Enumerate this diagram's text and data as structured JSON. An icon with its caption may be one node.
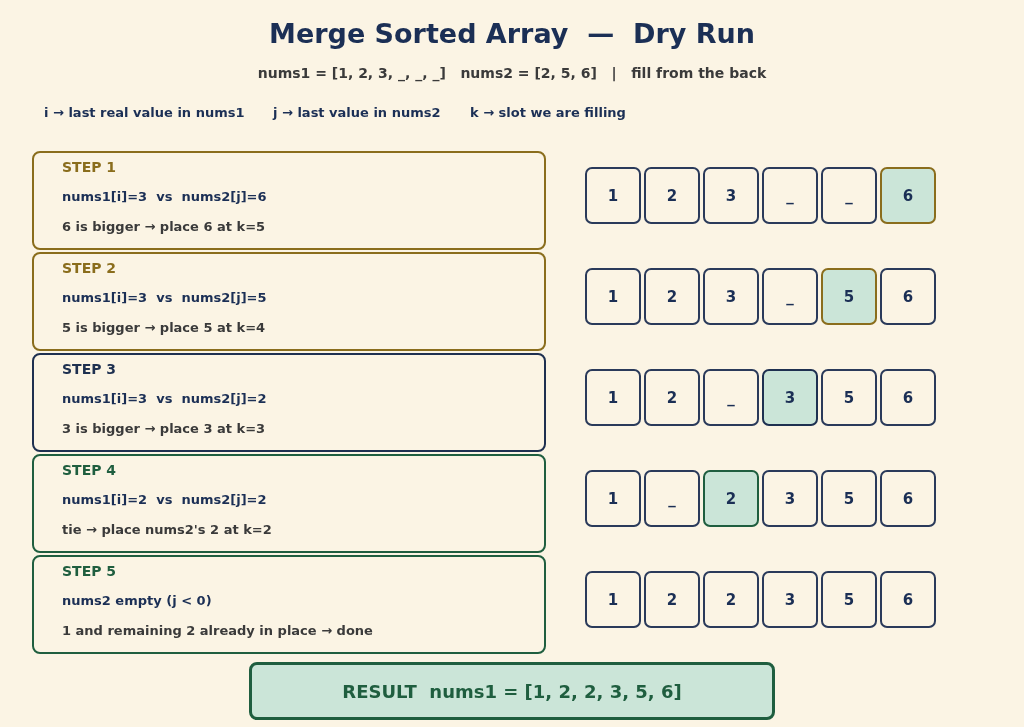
{
  "diagram": {
    "title": "Merge Sorted Array  —  Dry Run",
    "nodes": [
      {
        "text": [
          "STEP 1",
          "nums1[i]=3  vs  nums2[j]=6",
          "6 is bigger → place 6 at k=5"
        ]
      },
      {
        "text": [
          "1"
        ]
      },
      {
        "text": [
          "2"
        ]
      },
      {
        "text": [
          "3"
        ]
      },
      {
        "text": [
          "_"
        ]
      },
      {
        "text": [
          "_"
        ]
      },
      {
        "text": [
          "6"
        ]
      },
      {
        "text": [
          "STEP 2",
          "nums1[i]=3  vs  nums2[j]=5",
          "5 is bigger → place 5 at k=4"
        ]
      },
      {
        "text": [
          "1"
        ]
      },
      {
        "text": [
          "2"
        ]
      },
      {
        "text": [
          "3"
        ]
      },
      {
        "text": [
          "_"
        ]
      },
      {
        "text": [
          "5"
        ]
      },
      {
        "text": [
          "6"
        ]
      },
      {
        "text": [
          "STEP 3",
          "nums1[i]=3  vs  nums2[j]=2",
          "3 is bigger → place 3 at k=3"
        ]
      },
      {
        "text": [
          "1"
        ]
      },
      {
        "text": [
          "2"
        ]
      },
      {
        "text": [
          "_"
        ]
      },
      {
        "text": [
          "3"
        ]
      },
      {
        "text": [
          "5"
        ]
      },
      {
        "text": [
          "6"
        ]
      },
      {
        "text": [
          "STEP 4",
          "nums1[i]=2  vs  nums2[j]=2",
          "tie → place nums2's 2 at k=2"
        ]
      },
      {
        "text": [
          "1"
        ]
      },
      {
        "text": [
          "_"
        ]
      },
      {
        "text": [
          "2"
        ]
      },
      {
        "text": [
          "3"
        ]
      },
      {
        "text": [
          "5"
        ]
      },
      {
        "text": [
          "6"
        ]
      },
      {
        "text": [
          "STEP 5",
          "nums2 empty (j < 0)",
          "1 and remaining 2 already in place → done"
        ]
      },
      {
        "text": [
          "1"
        ]
      },
      {
        "text": [
          "2"
        ]
      },
      {
        "text": [
          "2"
        ]
      },
      {
        "text": [
          "3"
        ]
      },
      {
        "text": [
          "5"
        ]
      },
      {
        "text": [
          "6"
        ]
      },
      {
        "text": [
          "RESULT  nums1 = [1, 2, 2, 3, 5, 6]"
        ]
      }
    ],
    "labels": [
      "nums1 = [1, 2, 3, _, _, _]   nums2 = [2, 5, 6]   |   fill from the back",
      "i → last real value in nums1",
      "j → last value in nums2",
      "k → slot we are filling"
    ]
  }
}
